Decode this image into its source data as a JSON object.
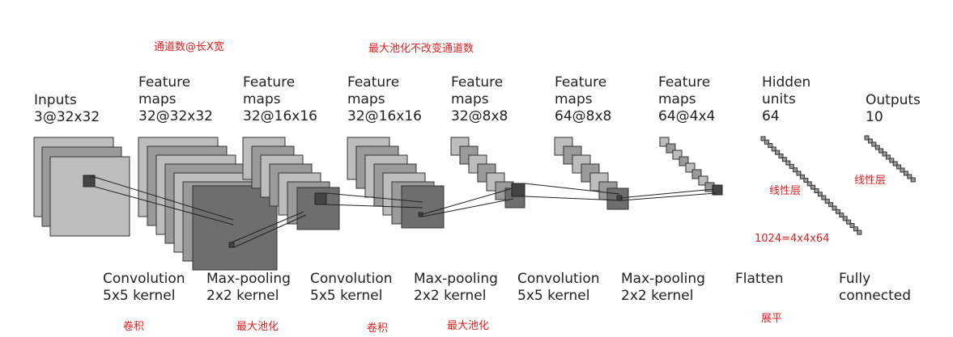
{
  "layers": [
    {
      "id": "inputs",
      "label": "Inputs\n3@32x32"
    },
    {
      "id": "fm1",
      "label": "Feature\nmaps\n32@32x32"
    },
    {
      "id": "fm2",
      "label": "Feature\nmaps\n32@16x16"
    },
    {
      "id": "fm3",
      "label": "Feature\nmaps\n32@16x16"
    },
    {
      "id": "fm4",
      "label": "Feature\nmaps\n32@8x8"
    },
    {
      "id": "fm5",
      "label": "Feature\nmaps\n64@8x8"
    },
    {
      "id": "fm6",
      "label": "Feature\nmaps\n64@4x4"
    },
    {
      "id": "hidden",
      "label": "Hidden\nunits\n64"
    },
    {
      "id": "outputs",
      "label": "Outputs\n10"
    }
  ],
  "operations": [
    {
      "id": "conv1",
      "label": "Convolution\n5x5 kernel"
    },
    {
      "id": "pool1",
      "label": "Max-pooling\n2x2 kernel"
    },
    {
      "id": "conv2",
      "label": "Convolution\n5x5 kernel"
    },
    {
      "id": "pool2",
      "label": "Max-pooling\n2x2 kernel"
    },
    {
      "id": "conv3",
      "label": "Convolution\n5x5 kernel"
    },
    {
      "id": "pool3",
      "label": "Max-pooling\n2x2 kernel"
    },
    {
      "id": "flatten",
      "label": "Flatten"
    },
    {
      "id": "fc",
      "label": "Fully\nconnected"
    }
  ],
  "annotations": {
    "channels_note": "通道数@长X宽",
    "pool_note": "最大池化不改变通道数",
    "linear1": "线性层",
    "linear2": "线性层",
    "flatten_size": "1024=4x4x64",
    "conv1_cn": "卷积",
    "pool1_cn": "最大池化",
    "conv2_cn": "卷积",
    "pool2_cn": "最大池化",
    "flatten_cn": "展平"
  },
  "colors": {
    "annotation": "#e02020",
    "text": "#222222",
    "plane_light": "#bdbdbd",
    "plane_mid": "#9a9a9a",
    "plane_dark": "#6e6e6e",
    "stroke": "#333333"
  }
}
